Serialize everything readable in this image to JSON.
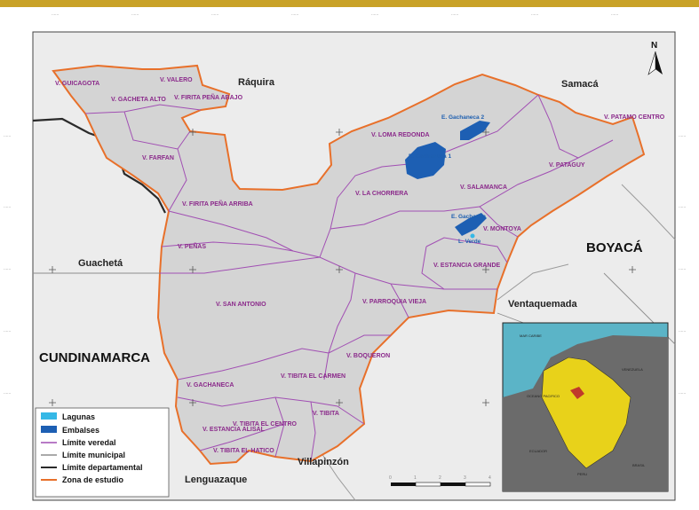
{
  "colors": {
    "accent_bar": "#c9a227",
    "map_fill": "#d4d4d4",
    "outside": "#ececec",
    "study_border": "#e8702a",
    "veredal": "#a14fb3",
    "municipal": "#8d8d8d",
    "departmental": "#2a2a2a",
    "lagunas": "#35b8e6",
    "embalses": "#1d5fb3"
  },
  "ticks": {
    "top": [
      "......",
      "......",
      "......",
      "......",
      "......",
      "......",
      "......",
      "......"
    ],
    "left": [
      "......",
      "......",
      "......",
      "......",
      "......"
    ],
    "right": [
      "......",
      "......",
      "......",
      "......",
      "......"
    ]
  },
  "north_label": "N",
  "towns": {
    "raquira": "Ráquira",
    "samaca": "Samacá",
    "guacheta": "Guachetá",
    "boyaca": "BOYACÁ",
    "ventaquemada": "Ventaquemada",
    "cundinamarca": "CUNDINAMARCA",
    "villapinzon": "Villapinzón",
    "lenguazaque": "Lenguazaque"
  },
  "veredas": [
    "V. GUICAGOTA",
    "V. VALERO",
    "V. GACHETA ALTO",
    "V. FIRITA PEÑA ABAJO",
    "V. FARFAN",
    "V. LOMA REDONDA",
    "V. PATAMO CENTRO",
    "V. PATAGUY",
    "V. LA CHORRERA",
    "V. SALAMANCA",
    "V. FIRITA PEÑA ARRIBA",
    "V. MONTOYA",
    "V. PEÑAS",
    "V. ESTANCIA GRANDE",
    "V. SAN ANTONIO",
    "V. PARROQUIA VIEJA",
    "V. BOQUERON",
    "V. GACHANECA",
    "V. TIBITA EL CARMEN",
    "V. ESTANCIA ALISAL",
    "V. TIBITA EL CENTRO",
    "V. TIBITA",
    "V. TIBITA EL HATICO"
  ],
  "water_labels": [
    "E. Gachaneca 2",
    "E. Gachaneca 1",
    "E. Gachanca",
    "L. Verde"
  ],
  "legend": {
    "items": [
      {
        "label": "Lagunas",
        "type": "fill-light"
      },
      {
        "label": "Embalses",
        "type": "fill-dark"
      },
      {
        "label": "Límite veredal",
        "type": "line-veredal"
      },
      {
        "label": "Límite municipal",
        "type": "line-municipal"
      },
      {
        "label": "Límite departamental",
        "type": "line-departmental"
      },
      {
        "label": "Zona de estudio",
        "type": "line-study"
      }
    ]
  },
  "scale_bar": [
    "0",
    "1",
    "2",
    "3",
    "4"
  ],
  "inset": {
    "labels": [
      "MAR CARIBE",
      "OCEANO PACIFICO",
      "VENEZUELA",
      "ECUADOR",
      "PERU",
      "BRASIL"
    ]
  }
}
